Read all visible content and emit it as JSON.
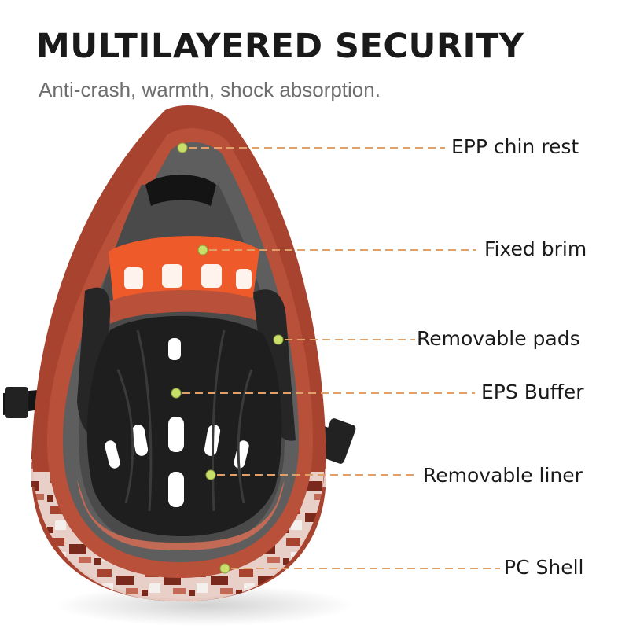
{
  "header": {
    "title": "MULTILAYERED SECURITY",
    "subtitle": "Anti-crash, warmth, shock absorption."
  },
  "callouts": [
    {
      "id": "epp-chin-rest",
      "label": "EPP chin rest"
    },
    {
      "id": "fixed-brim",
      "label": "Fixed brim"
    },
    {
      "id": "removable-pads",
      "label": "Removable pads"
    },
    {
      "id": "eps-buffer",
      "label": "EPS Buffer"
    },
    {
      "id": "removable-liner",
      "label": "Removable liner"
    },
    {
      "id": "pc-shell",
      "label": "PC Shell"
    }
  ],
  "colors": {
    "leader_line": "#e0a06a",
    "marker_dot": "#c8e06a",
    "shell_red": "#a8432f",
    "brim_orange": "#ef5a2a",
    "liner_black": "#1e1e1e"
  }
}
